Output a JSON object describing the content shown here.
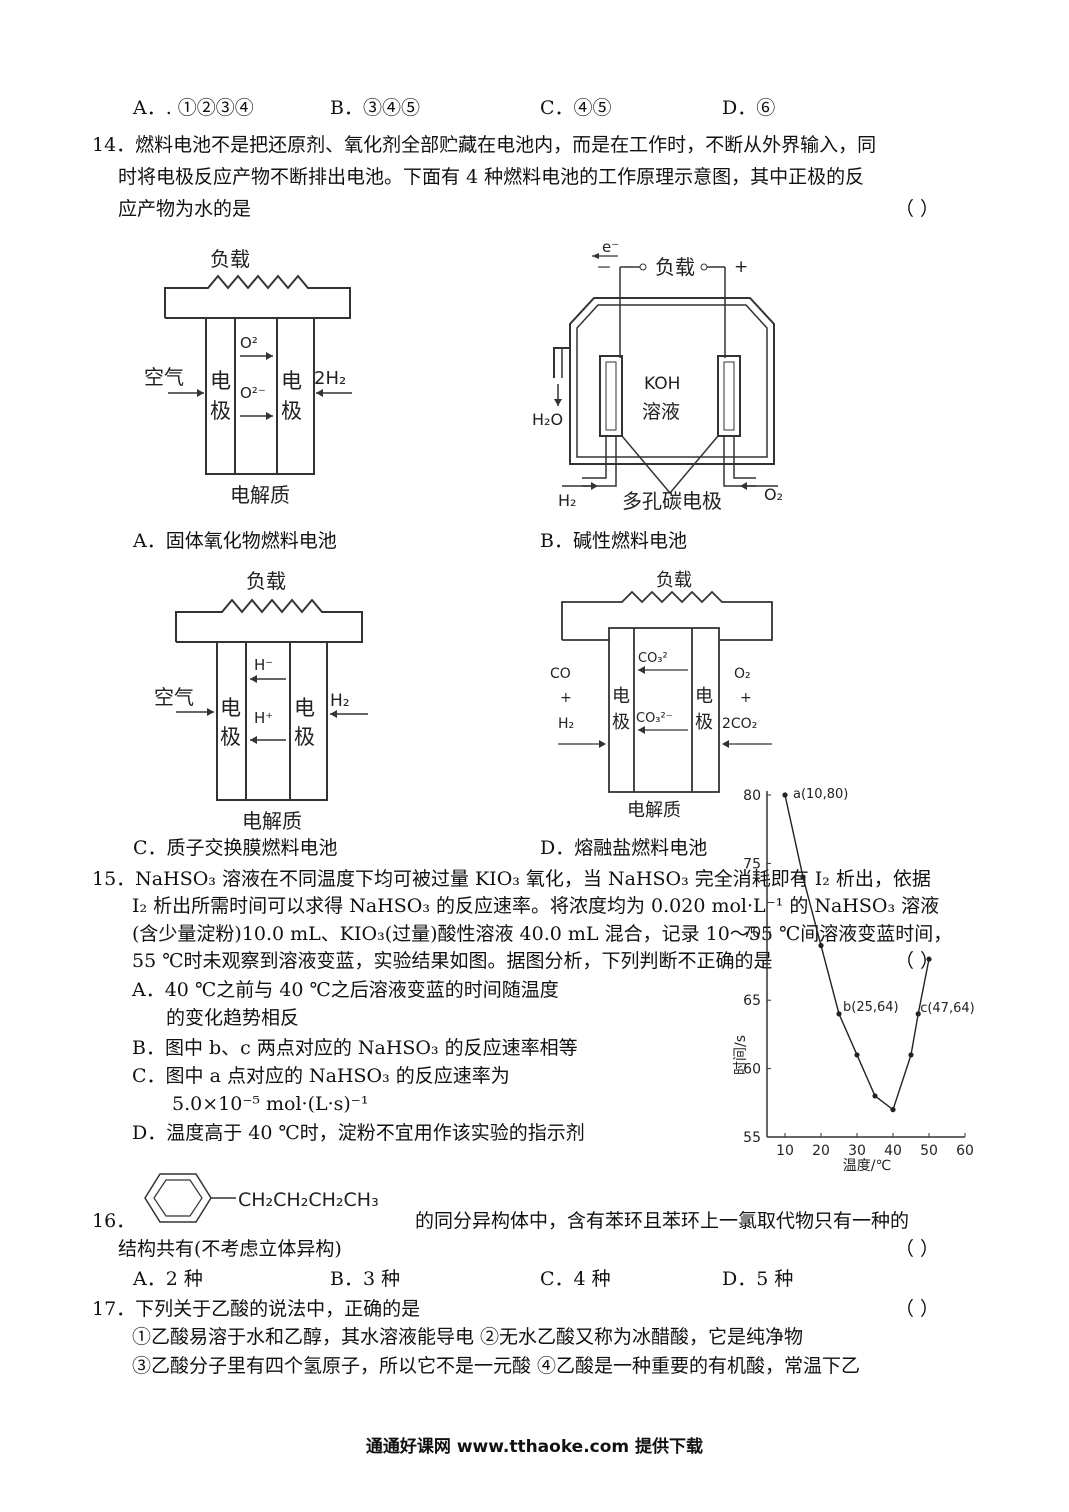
{
  "q13": {
    "a": "A．. ①②③④",
    "b": "B．③④⑤",
    "c": "C．④⑤",
    "d": "D．⑥"
  },
  "q14": {
    "l1": "14．燃料电池不是把还原剂、氧化剂全部贮藏在电池内，而是在工作时，不断从外界输入，同",
    "l2": "时将电极反应产物不断排出电池。下面有 4 种燃料电池的工作原理示意图，其中正极的反",
    "l3": "应产物为水的是",
    "blank": "（    ）",
    "capA": "A．固体氧化物燃料电池",
    "capB": "B．碱性燃料电池",
    "capC": "C．质子交换膜燃料电池",
    "capD": "D．熔融盐燃料电池",
    "dA": {
      "load": "负载",
      "air": "空气",
      "e1": "电",
      "e2": "极",
      "ion1": "O²",
      "ion2": "O²⁻",
      "h2": "2H₂",
      "electrolyte": "电解质"
    },
    "dB": {
      "e": "e⁻",
      "minus": "－",
      "load": "负载",
      "plus": "+",
      "koh": "KOH",
      "sol": "溶液",
      "h2o": "H₂O",
      "h2": "H₂",
      "electrode": "多孔碳电极",
      "o2": "O₂"
    },
    "dC": {
      "load": "负载",
      "air": "空气",
      "e1": "电",
      "e2": "极",
      "ion1": "H⁻",
      "ion2": "H⁺",
      "h2": "H₂",
      "electrolyte": "电解质"
    },
    "dD": {
      "load": "负载",
      "co": "CO",
      "p1": "+",
      "h2": "H₂",
      "e1": "电",
      "e2": "极",
      "ion1": "CO₃²",
      "ion2": "CO₃²⁻",
      "o2": "O₂",
      "p2": "+",
      "co2": "2CO₂",
      "electrolyte": "电解质"
    }
  },
  "q15": {
    "l1": "15．NaHSO₃ 溶液在不同温度下均可被过量 KIO₃ 氧化，当 NaHSO₃ 完全消耗即有 I₂ 析出，依据",
    "l2": "I₂ 析出所需时间可以求得 NaHSO₃ 的反应速率。将浓度均为 0.020 mol·L⁻¹ 的 NaHSO₃ 溶液",
    "l3": "(含少量淀粉)10.0 mL、KIO₃(过量)酸性溶液 40.0 mL 混合，记录 10～55 ℃间溶液变蓝时间，",
    "l4": "55 ℃时未观察到溶液变蓝，实验结果如图。据图分析，下列判断不正确的是",
    "blank": "（    ）",
    "a1": "A．40 ℃之前与 40 ℃之后溶液变蓝的时间随温度",
    "a2": "的变化趋势相反",
    "b": "B．图中 b、c 两点对应的 NaHSO₃ 的反应速率相等",
    "c1": "C．图中 a 点对应的 NaHSO₃ 的反应速率为",
    "c2": "5.0×10⁻⁵ mol·(L·s)⁻¹",
    "d": "D．温度高于 40 ℃时，淀粉不宜用作该实验的指示剂"
  },
  "chart_data": {
    "type": "line",
    "xlabel": "温度/℃",
    "ylabel": "时间/s",
    "xlim": [
      5,
      60
    ],
    "ylim": [
      55,
      80
    ],
    "xticks": [
      10,
      20,
      30,
      40,
      50,
      60
    ],
    "yticks": [
      55,
      60,
      65,
      70,
      75,
      80
    ],
    "x": [
      10,
      15,
      20,
      25,
      30,
      35,
      40,
      45,
      47,
      50
    ],
    "y": [
      80,
      74,
      69,
      64,
      61,
      58,
      57,
      61,
      64,
      68
    ],
    "annotations": [
      {
        "text": "a(10,80)",
        "x": 10,
        "y": 80
      },
      {
        "text": "b(25,64)",
        "x": 25,
        "y": 64
      },
      {
        "text": "c(47,64)",
        "x": 47,
        "y": 64
      }
    ]
  },
  "q16": {
    "substituent": "CH₂CH₂CH₂CH₃",
    "num": "16．",
    "l1": "的同分异构体中，含有苯环且苯环上一氯取代物只有一种的",
    "l2": "结构共有(不考虑立体异构)",
    "blank": "（    ）",
    "a": "A．2 种",
    "b": "B．3 种",
    "c": "C．4 种",
    "d": "D．5 种"
  },
  "q17": {
    "l1": "17．下列关于乙酸的说法中，正确的是",
    "blank": "（    ）",
    "l2": "①乙酸易溶于水和乙醇，其水溶液能导电   ②无水乙酸又称为冰醋酸，它是纯净物",
    "l3": "③乙酸分子里有四个氢原子，所以它不是一元酸   ④乙酸是一种重要的有机酸，常温下乙"
  },
  "footer": "通通好课网 www.tthaoke.com 提供下载"
}
